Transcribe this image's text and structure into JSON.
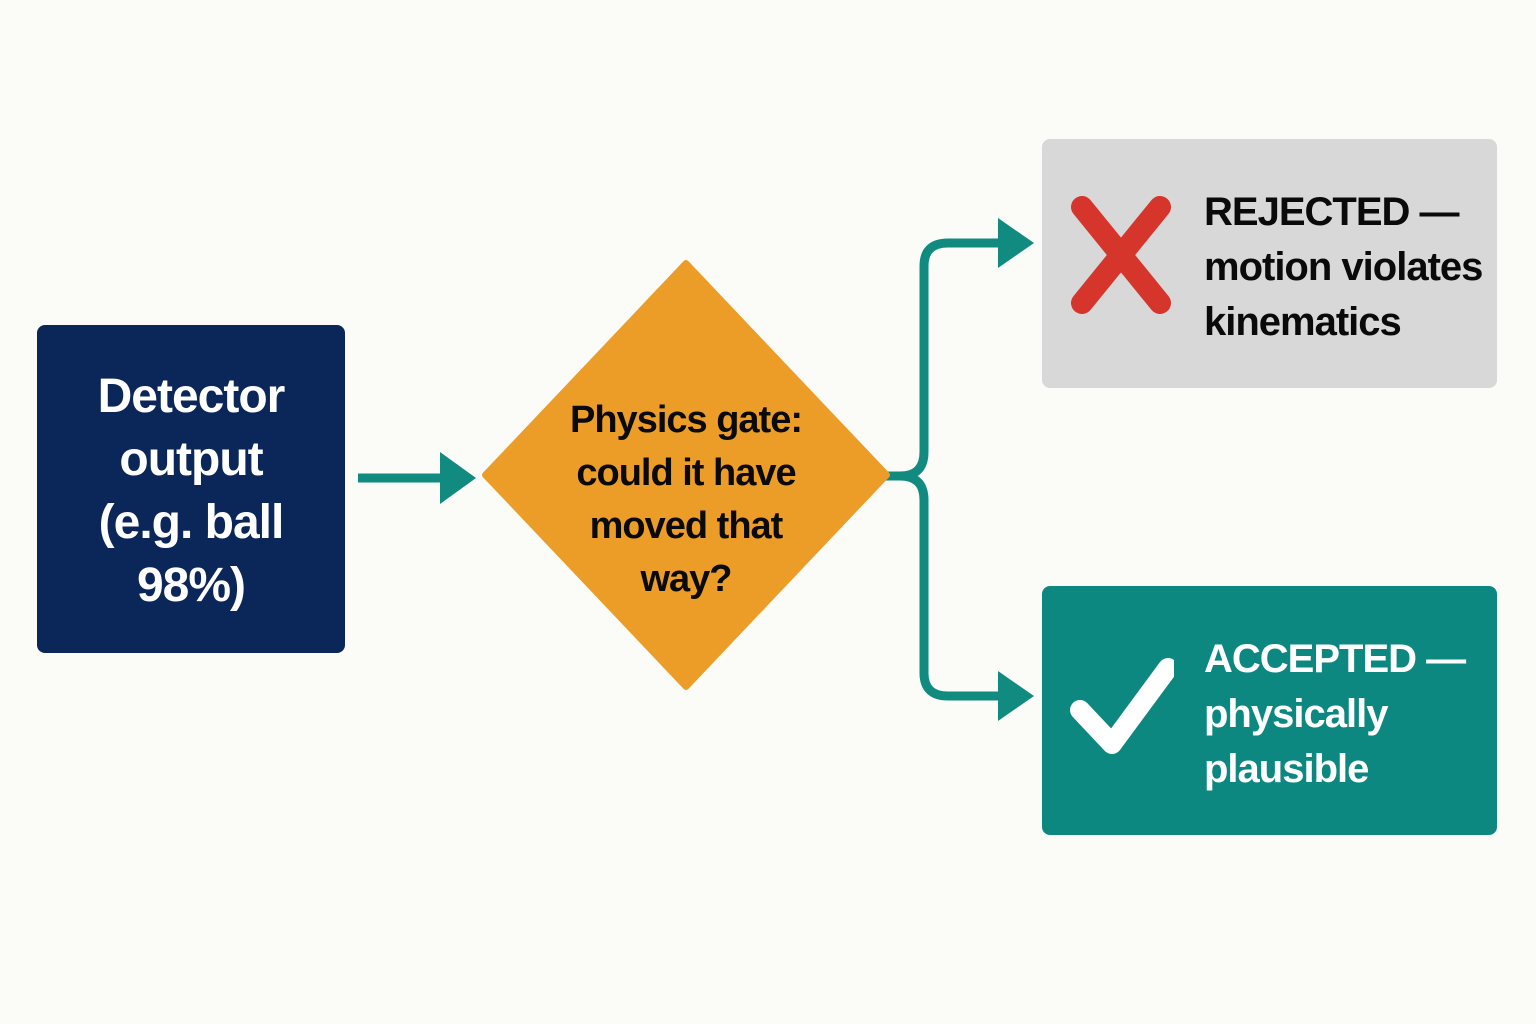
{
  "colors": {
    "background": "#fbfbf8",
    "detector_fill": "#0b2658",
    "gate_fill": "#ec9d28",
    "connector": "#118b80",
    "rejected_fill": "#d8d8d8",
    "rejected_icon": "#d6352b",
    "accepted_fill": "#0d8880",
    "accepted_icon": "#ffffff",
    "dark_text": "#0a0a0a",
    "light_text": "#ffffff"
  },
  "detector": {
    "lines": [
      "Detector",
      "output",
      "(e.g. ball 98%)"
    ]
  },
  "gate": {
    "lines": [
      "Physics gate:",
      "could it have",
      "moved that",
      "way?"
    ]
  },
  "rejected": {
    "icon": "cross-icon",
    "lines": [
      "REJECTED —",
      "motion violates",
      "kinematics"
    ]
  },
  "accepted": {
    "icon": "check-icon",
    "lines": [
      "ACCEPTED —",
      "physically",
      "plausible"
    ]
  }
}
